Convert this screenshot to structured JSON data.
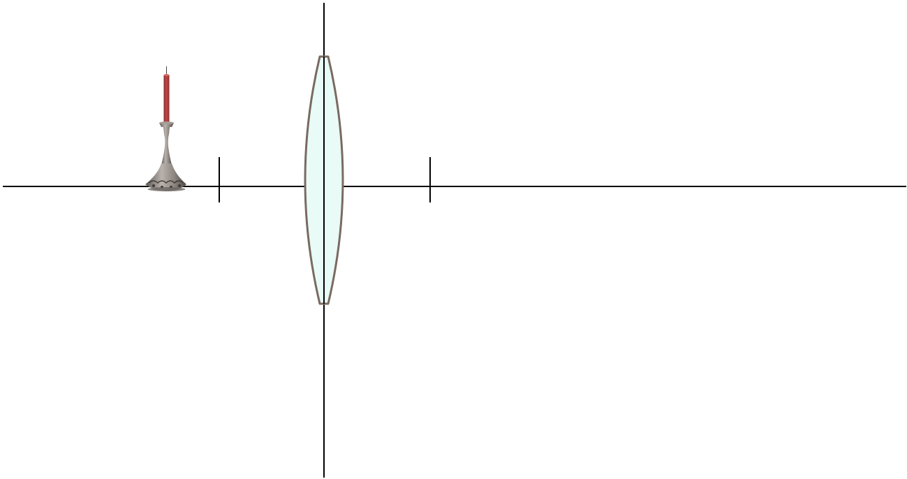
{
  "scene": {
    "background": "#ffffff",
    "axis_color": "#000000",
    "lens": {
      "type": "convex",
      "fill": "#e8fbf6",
      "stroke": "#7a6a62"
    },
    "focal_points": [
      "left-focal-mark",
      "right-focal-mark"
    ],
    "object": {
      "kind": "candle-icon",
      "candle_color": "#b8433f",
      "holder_color": "#8c8480"
    }
  }
}
